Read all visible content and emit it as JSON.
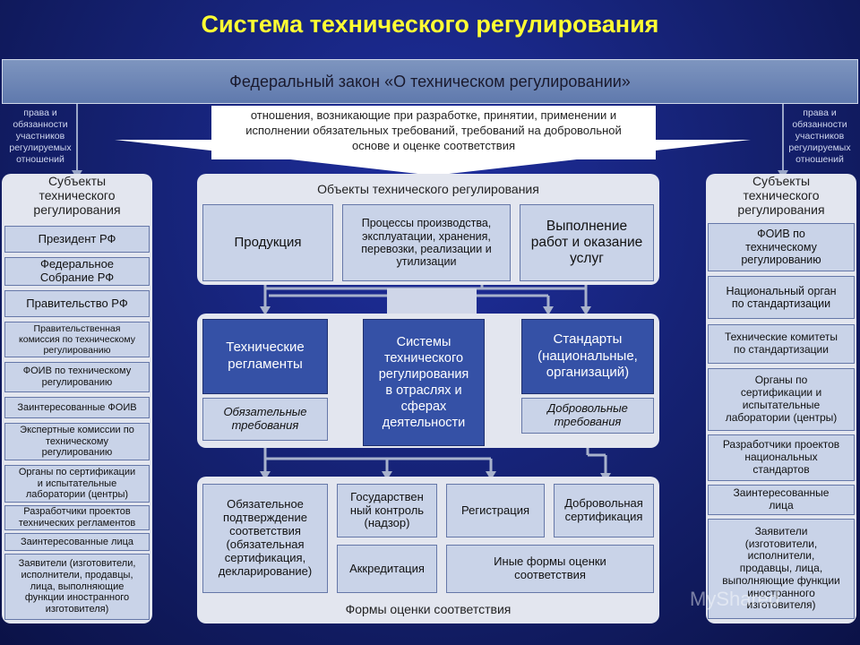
{
  "title": "Система технического регулирования",
  "law": "Федеральный закон «О техническом регулировании»",
  "relations": "отношения, возникающие при разработке, принятии, применении и\nисполнении обязательных требований, требований на добровольной\nоснове и оценке соответствия",
  "side_note": "права и\nобязанности\nучастников\nрегулируемых\nотношений",
  "left_panel": {
    "title": "Субъекты\nтехнического\nрегулирования",
    "items": [
      "Президент РФ",
      "Федеральное\nСобрание РФ",
      "Правительство РФ",
      "Правительственная\nкомиссия по техническому\nрегулированию",
      "ФОИВ по техническому\nрегулированию",
      "Заинтересованные ФОИВ",
      "Экспертные комиссии по\nтехническому\nрегулированию",
      "Органы по сертификации\nи испытательные\nлаборатории (центры)",
      "Разработчики проектов\nтехнических регламентов",
      "Заинтересованные лица",
      "Заявители (изготовители,\nисполнители, продавцы,\nлица, выполняющие\nфункции иностранного\nизготовителя)"
    ]
  },
  "right_panel": {
    "title": "Субъекты\nтехнического\nрегулирования",
    "items": [
      "ФОИВ по\nтехническому\nрегулированию",
      "Национальный орган\nпо стандартизации",
      "Технические комитеты\nпо стандартизации",
      "Органы по\nсертификации и\nиспытательные\nлаборатории (центры)",
      "Разработчики проектов\nнациональных\nстандартов",
      "Заинтересованные\nлица",
      "Заявители\n(изготовители,\nисполнители,\nпродавцы, лица,\nвыполняющие функции\nиностранного\nизготовителя)"
    ]
  },
  "objects": {
    "title": "Объекты технического регулирования",
    "items": [
      "Продукция",
      "Процессы производства,\nэксплуатации, хранения,\nперевозки, реализации и\nутилизации",
      "Выполнение\nработ и оказание\nуслуг"
    ]
  },
  "middle": {
    "tech_regs": "Технические\nрегламенты",
    "mandatory": "Обязательные\nтребования",
    "systems": "Системы\nтехнического\nрегулирования\nв отраслях и\nсферах\nдеятельности",
    "standards": "Стандарты\n(национальные,\nорганизаций)",
    "voluntary": "Добровольные\nтребования"
  },
  "forms": {
    "title": "Формы оценки соответствия",
    "items": [
      "Обязательное\nподтверждение\nсоответствия\n(обязательная\nсертификация,\nдекларирование)",
      "Государствен\nный контроль\n(надзор)",
      "Регистрация",
      "Добровольная\nсертификация",
      "Аккредитация",
      "Иные формы оценки\nсоответствия"
    ]
  },
  "watermark": "MyShared",
  "colors": {
    "background": "#14206e",
    "title": "#ffff33",
    "dark_box": "#3551a6",
    "light_box": "#c9d3e8",
    "panel": "#e3e6ef"
  }
}
